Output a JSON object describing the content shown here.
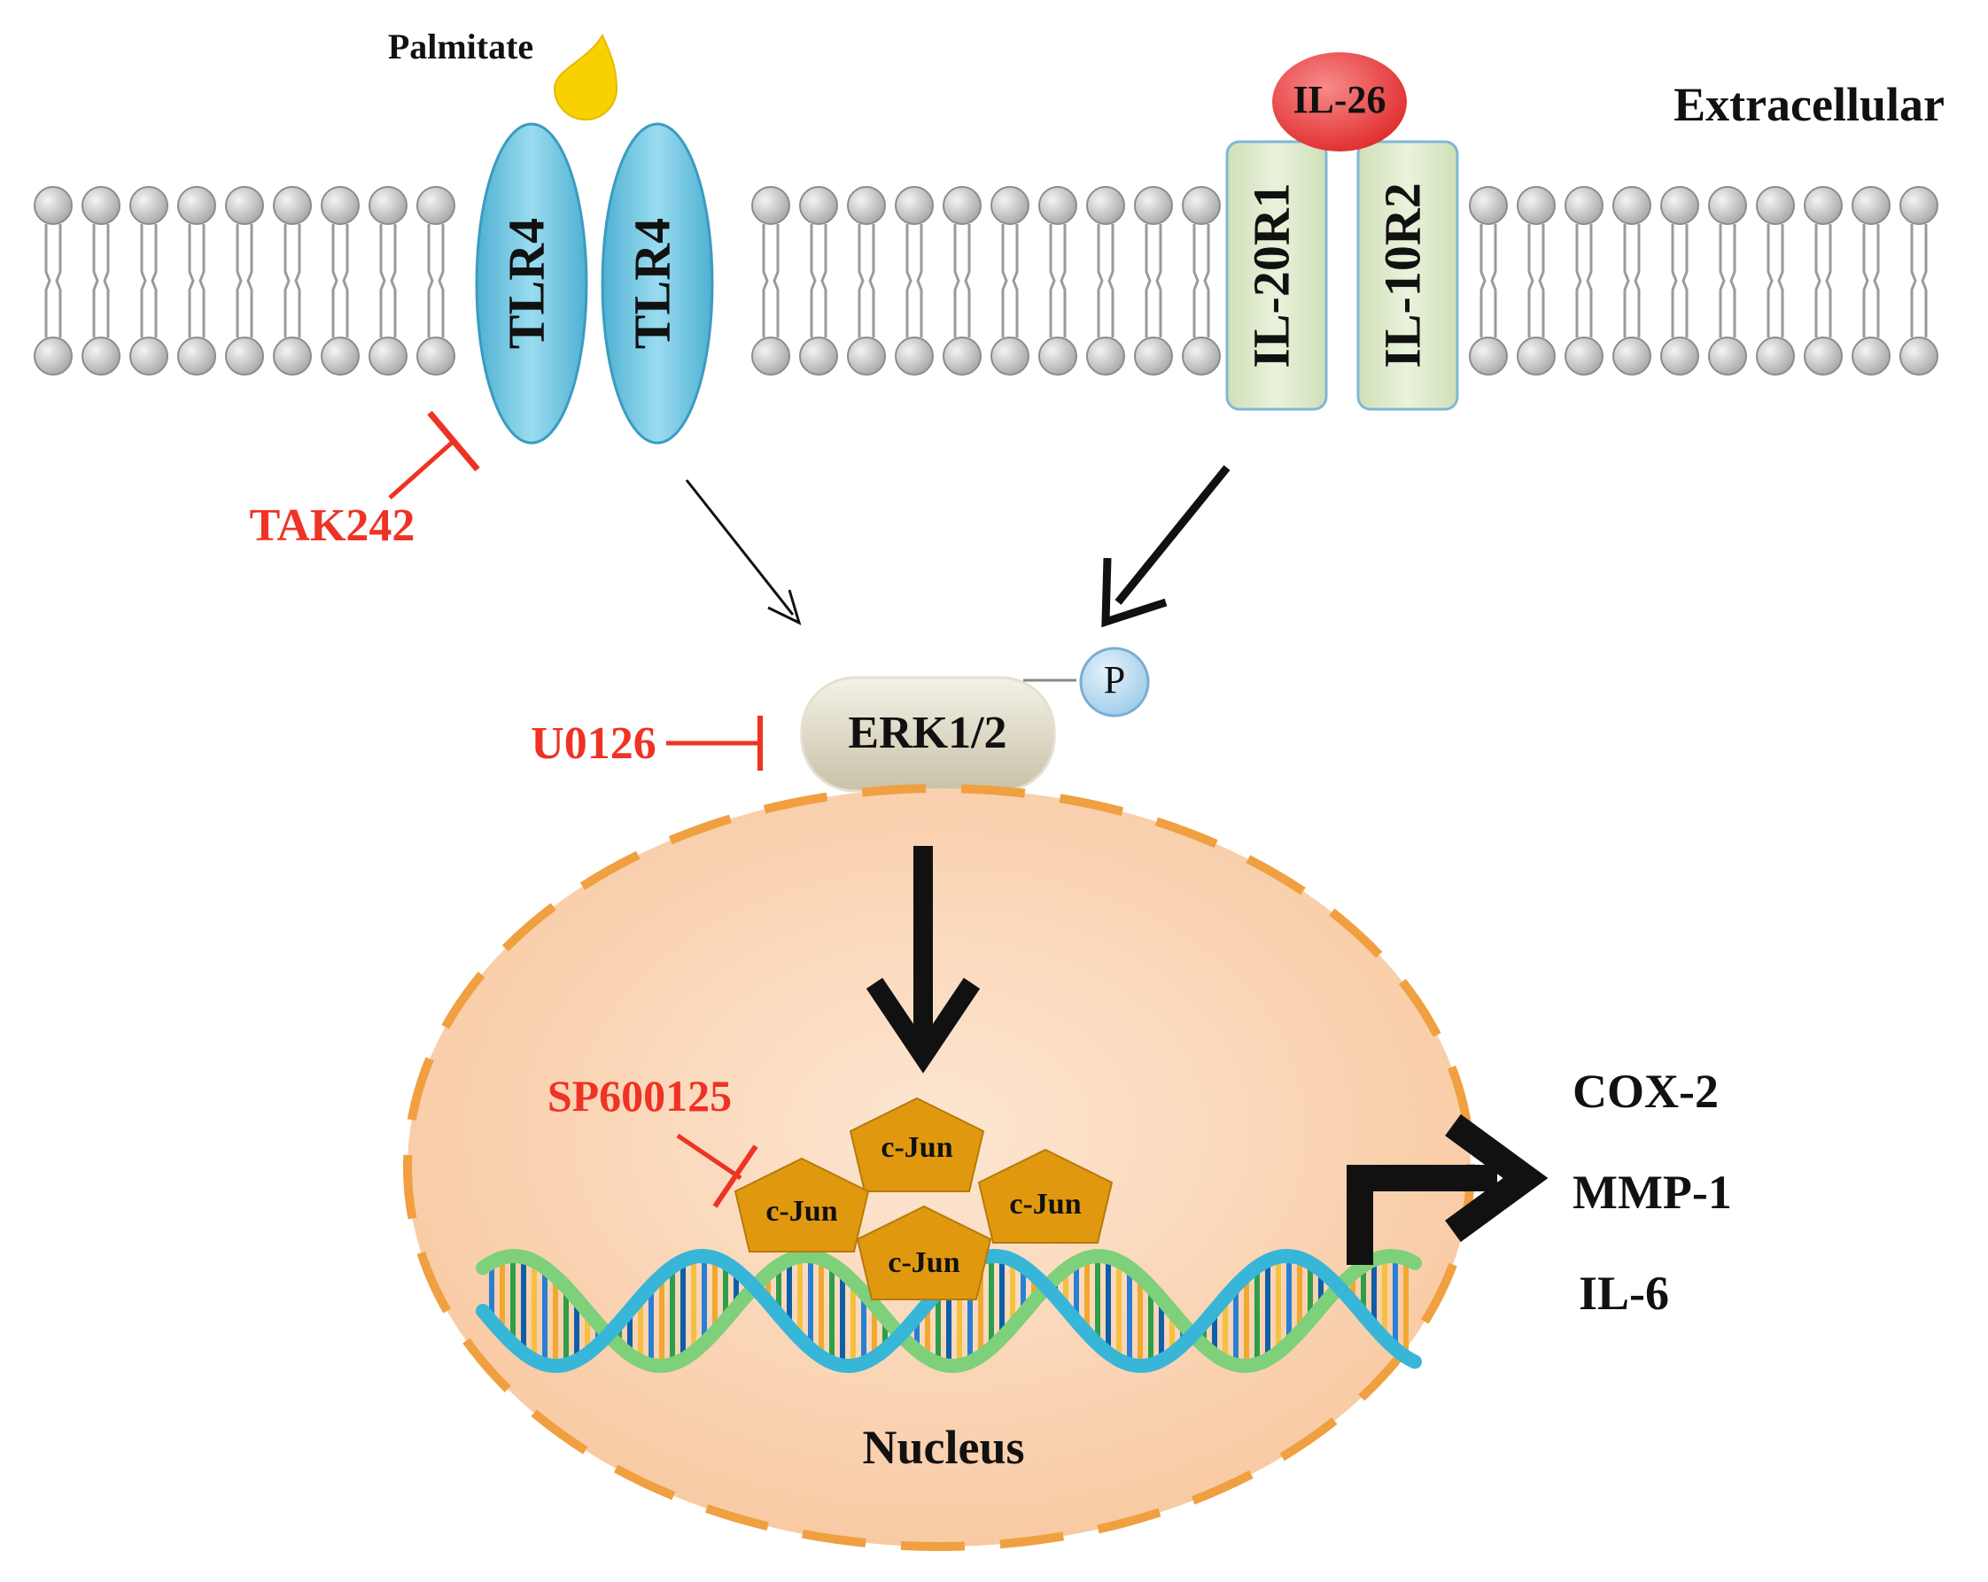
{
  "labels": {
    "palmitate": "Palmitate",
    "extracellular": "Extracellular",
    "il26": "IL-26",
    "tlr4_left": "TLR4",
    "tlr4_right": "TLR4",
    "il20r1": "IL-20R1",
    "il10r2": "IL-10R2",
    "tak242": "TAK242",
    "u0126": "U0126",
    "erk": "ERK1/2",
    "phospho": "P",
    "sp600125": "SP600125",
    "cjun_1": "c-Jun",
    "cjun_2": "c-Jun",
    "cjun_3": "c-Jun",
    "cjun_4": "c-Jun",
    "nucleus": "Nucleus",
    "cox2": "COX-2",
    "mmp1": "MMP-1",
    "il6": "IL-6"
  },
  "colors": {
    "inhibitor": "#ee3324",
    "tlr4": "#6fc7e0",
    "receptor_box": "#dbe8c8",
    "il26": "#ea3b3b",
    "palmitate": "#f7d200",
    "nucleus_fill": "#fbdcc0",
    "nucleus_border": "#f0a040",
    "cjun": "#e0990f",
    "erk": "#ddd8c4",
    "phospho": "#bcdcf0",
    "lipid_head": "#c8c8c8"
  }
}
